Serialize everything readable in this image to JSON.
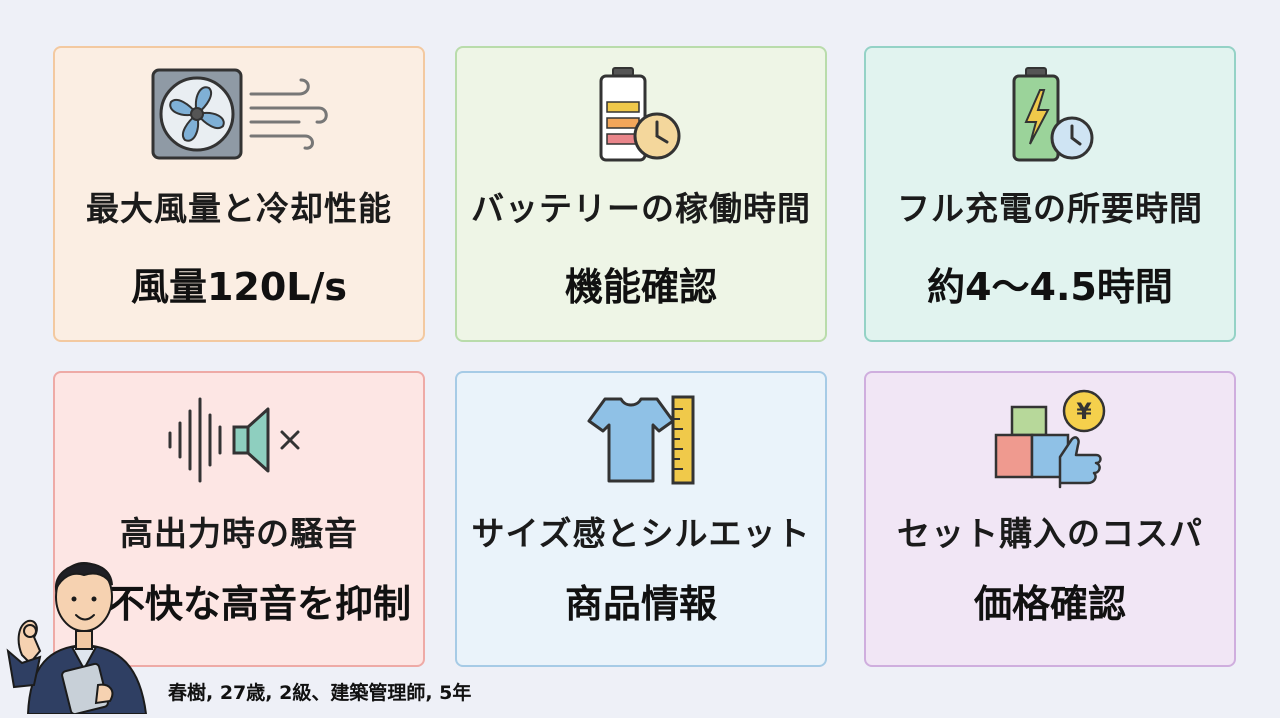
{
  "cards": [
    {
      "icon": "fan-wind-icon",
      "title": "最大風量と冷却性能",
      "value": "風量120L/s"
    },
    {
      "icon": "battery-clock-icon",
      "title": "バッテリーの稼働時間",
      "value": "機能確認"
    },
    {
      "icon": "charging-battery-clock-icon",
      "title": "フル充電の所要時間",
      "value": "約4〜4.5時間"
    },
    {
      "icon": "sound-mute-icon",
      "title": "高出力時の騒音",
      "value": "不快な高音を抑制"
    },
    {
      "icon": "shirt-ruler-icon",
      "title": "サイズ感とシルエット",
      "value": "商品情報"
    },
    {
      "icon": "boxes-yen-thumbsup-icon",
      "title": "セット購入のコスパ",
      "value": "価格確認"
    }
  ],
  "presenter": {
    "icon": "presenter-avatar-icon",
    "caption": "春樹, 27歳, 2級、建築管理師, 5年"
  }
}
